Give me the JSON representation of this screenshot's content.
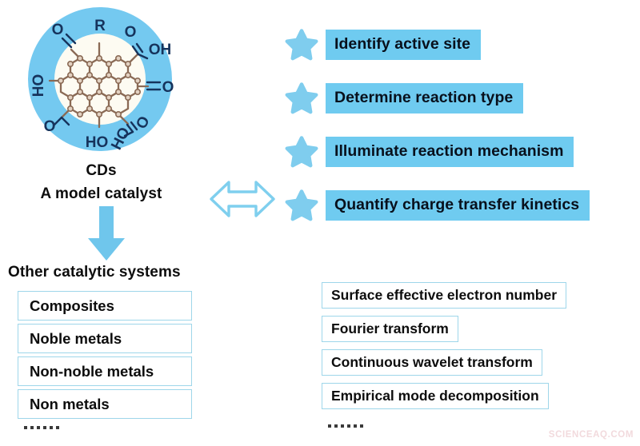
{
  "figure": {
    "particle": {
      "name": "carbon-dots-particle",
      "shell_color": "#74C9F0",
      "core_color": "#FDFBF2",
      "lattice_bond_color": "#8a6a55",
      "lattice_atom_color": "#d9c6b4",
      "label_color": "#16335c",
      "substituents": [
        {
          "id": "R",
          "text": "R"
        },
        {
          "id": "ketone-left",
          "text": "O"
        },
        {
          "id": "carboxyl-top-o",
          "text": "O"
        },
        {
          "id": "carboxyl-top-oh",
          "text": "OH"
        },
        {
          "id": "hydroxyl-left",
          "text": "HO"
        },
        {
          "id": "carbonyl-right",
          "text": "O"
        },
        {
          "id": "epoxy-lower-left",
          "text": "O"
        },
        {
          "id": "hydroxyl-bottom",
          "text": "HO"
        },
        {
          "id": "carboxyl-bottom-ho",
          "text": "HO"
        },
        {
          "id": "carboxyl-bottom-o",
          "text": "O"
        }
      ]
    },
    "cds_label": "CDs",
    "model_catalyst_label": "A model catalyst",
    "other_systems_title": "Other catalytic systems",
    "arrows": {
      "down": {
        "name": "down-arrow",
        "color": "#6FC6EC",
        "style": "solid"
      },
      "left_right": {
        "name": "left-right-arrow",
        "color": "#7FCFEE",
        "style": "outlined"
      }
    },
    "accent_blue": "#6FCBF0",
    "star_color": "#7FCDEE",
    "box_border_color": "#9ED6EA",
    "ellipsis": "……"
  },
  "goals": {
    "items": [
      {
        "label": "Identify active site"
      },
      {
        "label": "Determine reaction type"
      },
      {
        "label": "Illuminate reaction mechanism"
      },
      {
        "label": "Quantify charge transfer kinetics"
      }
    ]
  },
  "catalytic_systems": {
    "items": [
      {
        "label": "Composites"
      },
      {
        "label": "Noble metals"
      },
      {
        "label": "Non-noble metals"
      },
      {
        "label": "Non metals"
      }
    ]
  },
  "methods": {
    "items": [
      {
        "label": "Surface effective electron number"
      },
      {
        "label": "Fourier transform"
      },
      {
        "label": "Continuous wavelet transform"
      },
      {
        "label": "Empirical mode decomposition"
      }
    ]
  },
  "watermark": {
    "text": "SCIENCEAQ.COM"
  }
}
